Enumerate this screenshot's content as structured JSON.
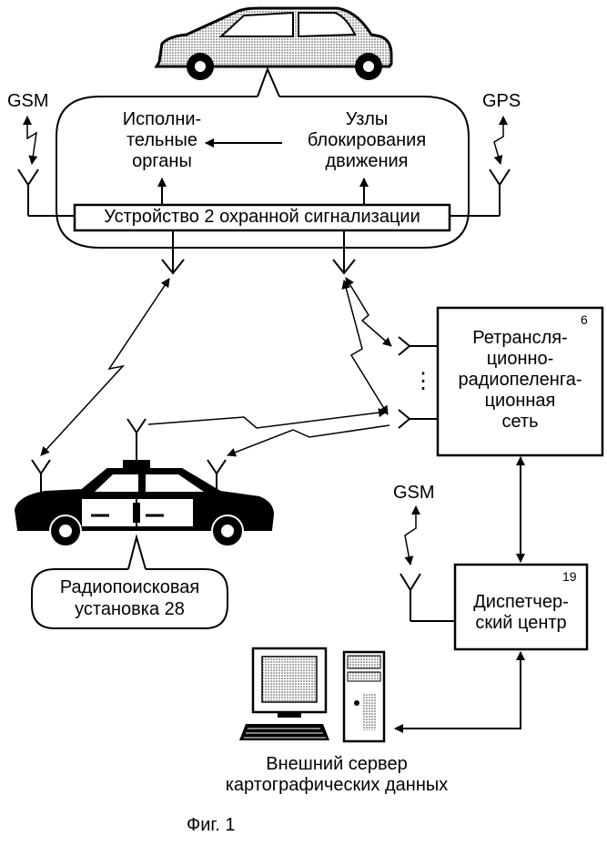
{
  "car": {
    "gsm_label": "GSM",
    "gps_label": "GPS",
    "actuators": [
      "Исполни-",
      "тельные",
      "органы"
    ],
    "blocking_units": [
      "Узлы",
      "блокирования",
      "движения"
    ],
    "alarm_device": "Устройство 2 охранной сигнализации"
  },
  "relay_network": {
    "number": "6",
    "lines": [
      "Ретрансля-",
      "ционно-",
      "радиопеленга-",
      "ционная",
      "сеть"
    ],
    "ellipsis": "⋮"
  },
  "radio_search": {
    "lines": [
      "Радиопоисковая",
      "установка 28"
    ]
  },
  "dispatch": {
    "gsm_label": "GSM",
    "number": "19",
    "lines": [
      "Диспетчер-",
      "ский центр"
    ]
  },
  "map_server": {
    "lines": [
      "Внешний сервер",
      "картографических данных"
    ]
  },
  "figure_caption": "Фиг. 1",
  "icons": [
    "car-icon",
    "police-car-icon",
    "computer-monitor-icon",
    "keyboard-icon",
    "server-tower-icon",
    "antenna-icon",
    "lightning-link-icon"
  ]
}
